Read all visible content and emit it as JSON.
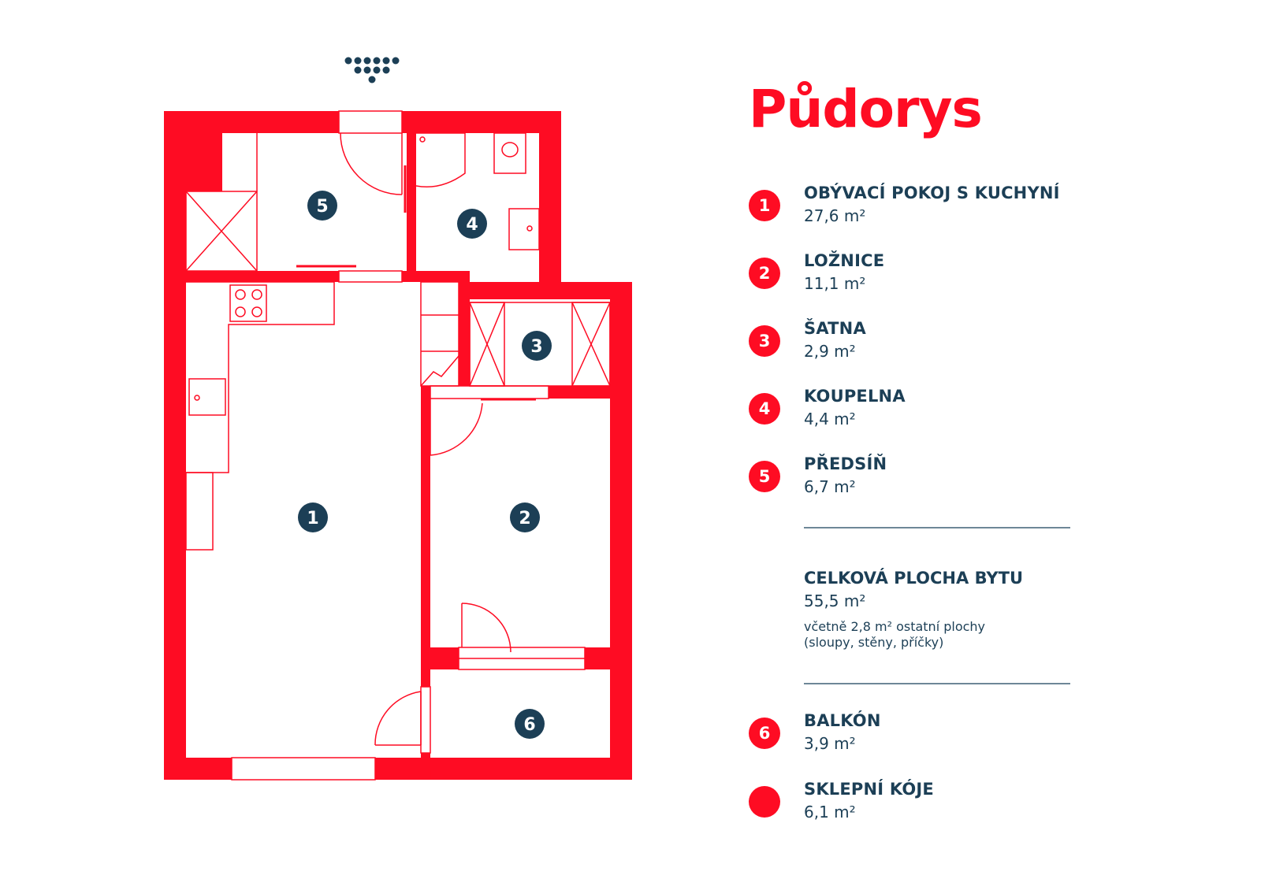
{
  "title": "Půdorys",
  "colors": {
    "accent": "#fe0c23",
    "text": "#1c3f56",
    "divider": "#6e8797",
    "logo": "#1c3f56"
  },
  "logo": {
    "name": "dot-triangle-logo-icon"
  },
  "rooms": [
    {
      "number": "1",
      "name": "OBÝVACÍ POKOJ S KUCHYNÍ",
      "area": "27,6 m²"
    },
    {
      "number": "2",
      "name": "LOŽNICE",
      "area": "11,1 m²"
    },
    {
      "number": "3",
      "name": "ŠATNA",
      "area": "2,9 m²"
    },
    {
      "number": "4",
      "name": "KOUPELNA",
      "area": "4,4 m²"
    },
    {
      "number": "5",
      "name": "PŘEDSÍŇ",
      "area": "6,7 m²"
    }
  ],
  "total": {
    "name": "CELKOVÁ PLOCHA BYTU",
    "area": "55,5 m²",
    "note_line1": "včetně 2,8 m² ostatní plochy",
    "note_line2": "(sloupy, stěny, příčky)"
  },
  "extras": [
    {
      "number": "6",
      "name": "BALKÓN",
      "area": "3,9 m²"
    },
    {
      "number": "",
      "name": "SKLEPNÍ KÓJE",
      "area": "6,1 m²"
    }
  ]
}
